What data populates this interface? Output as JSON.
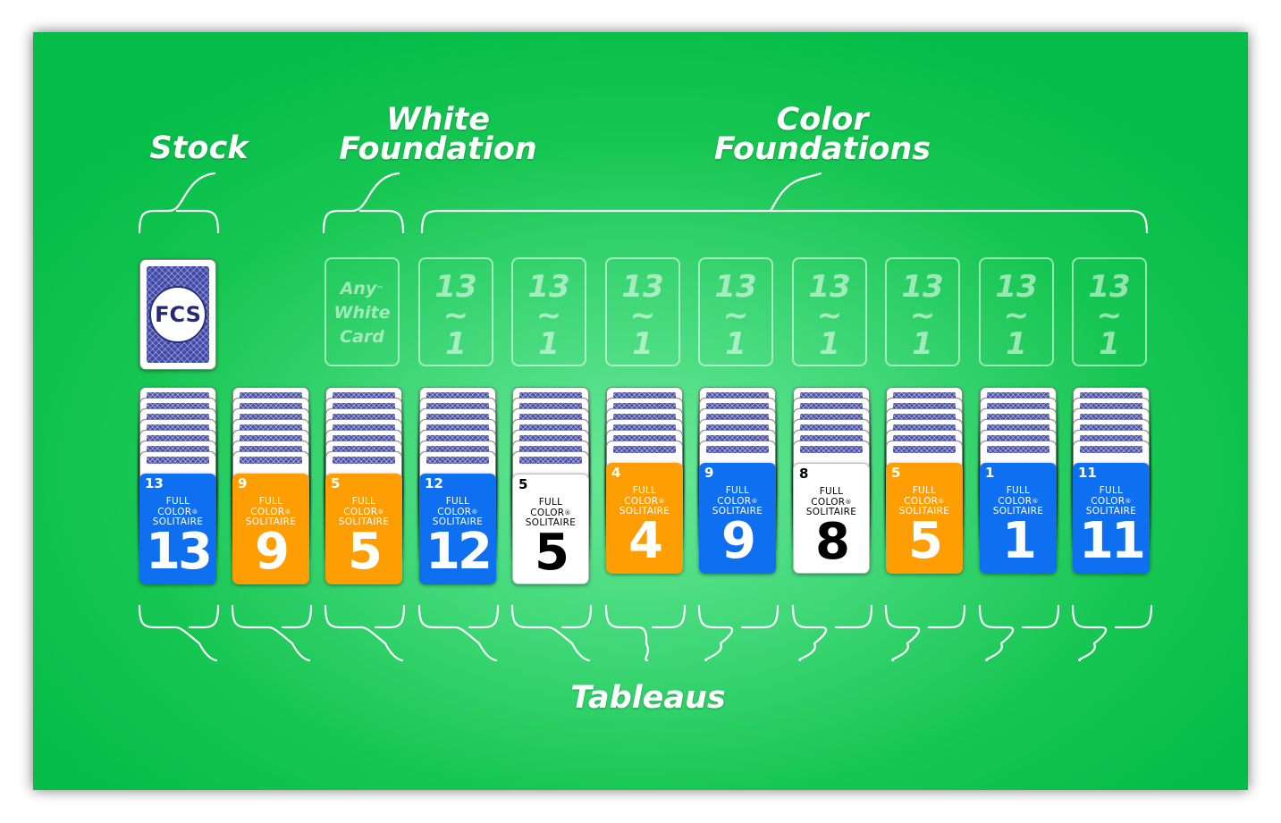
{
  "labels": {
    "stock": "Stock",
    "white_foundation_line1": "White",
    "white_foundation_line2": "Foundation",
    "color_foundations_line1": "Color",
    "color_foundations_line2": "Foundations",
    "tableaus": "Tableaus"
  },
  "stock": {
    "logo": "FCS"
  },
  "white_foundation": {
    "line1": "Any",
    "tm": "™",
    "line2": "White",
    "line3": "Card"
  },
  "color_foundations": [
    {
      "top": "13",
      "sep": "~",
      "bottom": "1"
    },
    {
      "top": "13",
      "sep": "~",
      "bottom": "1"
    },
    {
      "top": "13",
      "sep": "~",
      "bottom": "1"
    },
    {
      "top": "13",
      "sep": "~",
      "bottom": "1"
    },
    {
      "top": "13",
      "sep": "~",
      "bottom": "1"
    },
    {
      "top": "13",
      "sep": "~",
      "bottom": "1"
    },
    {
      "top": "13",
      "sep": "~",
      "bottom": "1"
    },
    {
      "top": "13",
      "sep": "~",
      "bottom": "1"
    }
  ],
  "card_brand": {
    "line1": "FULL",
    "line2": "COLOR",
    "reg": "®",
    "line3": "SOLITAIRE"
  },
  "tableaus": [
    {
      "rank": "13",
      "color": "blue",
      "face_down": 7
    },
    {
      "rank": "9",
      "color": "orange",
      "face_down": 7
    },
    {
      "rank": "5",
      "color": "orange",
      "face_down": 7
    },
    {
      "rank": "12",
      "color": "blue",
      "face_down": 7
    },
    {
      "rank": "5",
      "color": "white",
      "face_down": 7
    },
    {
      "rank": "4",
      "color": "orange",
      "face_down": 6
    },
    {
      "rank": "9",
      "color": "blue",
      "face_down": 6
    },
    {
      "rank": "8",
      "color": "white",
      "face_down": 6
    },
    {
      "rank": "5",
      "color": "orange",
      "face_down": 6
    },
    {
      "rank": "1",
      "color": "blue",
      "face_down": 6
    },
    {
      "rank": "11",
      "color": "blue",
      "face_down": 6
    }
  ],
  "colors": {
    "blue": "#0e6ff0",
    "orange": "#ff9e02",
    "white": "#ffffff",
    "felt": "#04bd48"
  }
}
